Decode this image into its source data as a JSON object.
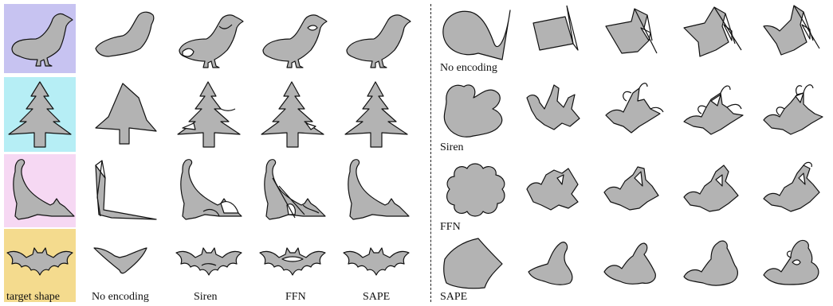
{
  "colors": {
    "pigeon_bg": "#c7c3f1",
    "tree_bg": "#b6eef5",
    "cat_bg": "#f6d8f3",
    "bat_bg": "#f4db8e",
    "shape_fill": "#b3b3b3",
    "stroke": "#111111"
  },
  "left": {
    "columns": [
      "target shape",
      "No encoding",
      "Siren",
      "FFN",
      "SAPE"
    ]
  },
  "right": {
    "rows": [
      "No encoding",
      "Siren",
      "FFN",
      "SAPE"
    ]
  }
}
